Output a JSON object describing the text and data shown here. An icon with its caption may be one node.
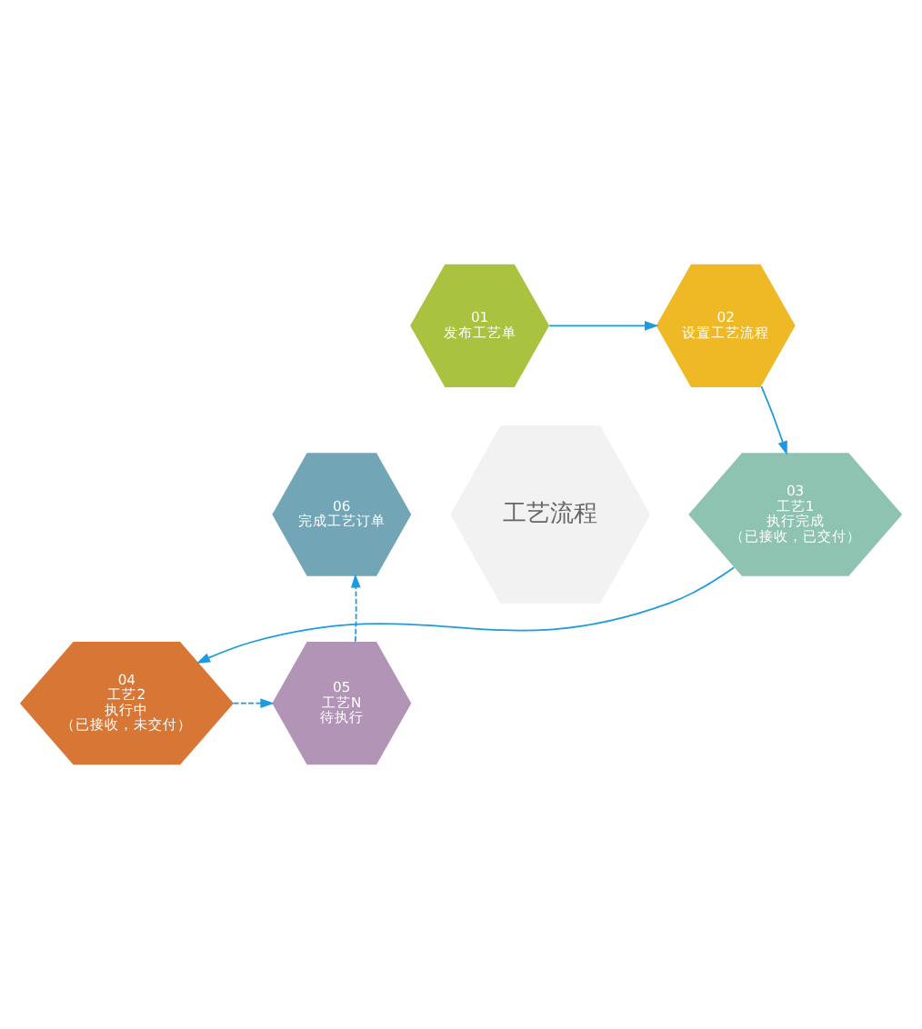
{
  "diagram": {
    "nodes": [
      {
        "text": [
          "工艺流程"
        ]
      },
      {
        "text": [
          "01",
          "发布工艺单"
        ]
      },
      {
        "text": [
          "02",
          "设置工艺流程"
        ]
      },
      {
        "text": [
          "03",
          "工艺1",
          "执行完成",
          "（已接收，已交付）"
        ]
      },
      {
        "text": [
          "04",
          "工艺2",
          "执行中",
          "（已接收，未交付）"
        ]
      },
      {
        "text": [
          "05",
          "工艺N",
          "待执行"
        ]
      },
      {
        "text": [
          "06",
          "完成工艺订单"
        ]
      }
    ],
    "edges": [
      {
        "from": 1,
        "to": 2,
        "arrow": "to"
      },
      {
        "from": 2,
        "to": 3,
        "arrow": "to"
      },
      {
        "from": 3,
        "to": 4,
        "arrow": "to"
      },
      {
        "from": 4,
        "to": 5,
        "arrow": "to",
        "style": "dashed"
      },
      {
        "from": 5,
        "to": 6,
        "arrow": "to",
        "style": "dashed"
      }
    ]
  }
}
